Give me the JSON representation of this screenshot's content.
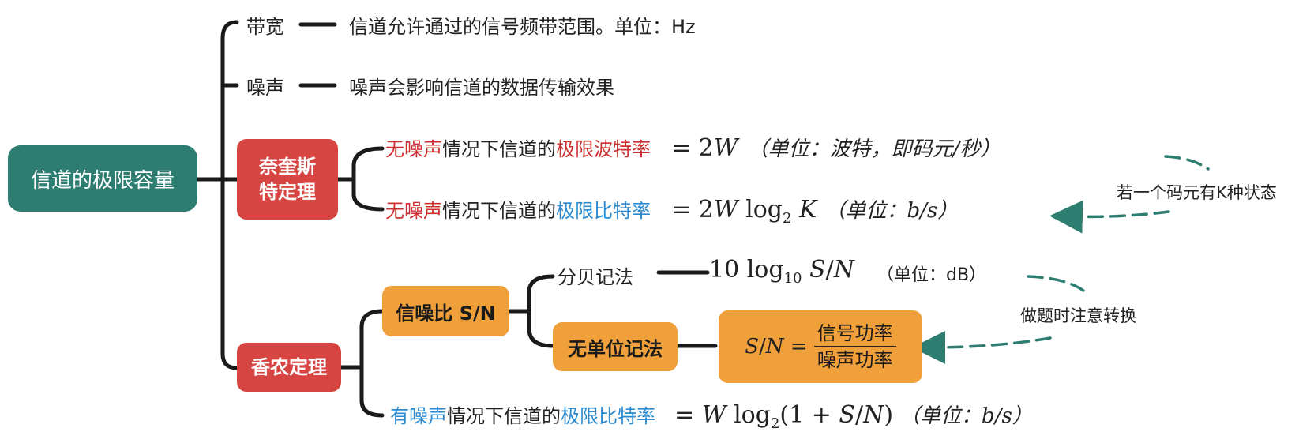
{
  "root": "信道的极限容量",
  "bandwidth": {
    "term": "带宽",
    "desc": "信道允许通过的信号频带范围。单位：Hz"
  },
  "noise": {
    "term": "噪声",
    "desc": "噪声会影响信道的数据传输效果"
  },
  "nyquist": {
    "line1": "奈奎斯",
    "line2": "特定理",
    "baud": {
      "prefix": "无噪声",
      "mid": "情况下信道的",
      "key": "极限波特率",
      "unit": "（单位：波特，即码元/秒）"
    },
    "bit": {
      "prefix": "无噪声",
      "mid": "情况下信道的",
      "key": "极限比特率",
      "unit_open": "（单位：",
      "unit_b": "b/s",
      "unit_close": "）"
    }
  },
  "shannon": {
    "label": "香农定理",
    "snr_label": "信噪比 S/N",
    "db": {
      "label": "分贝记法",
      "unit": "（单位：dB）"
    },
    "unitless": {
      "label": "无单位记法",
      "numerator": "信号功率",
      "denominator": "噪声功率"
    },
    "bit": {
      "prefix": "有噪声",
      "mid": "情况下信道的",
      "key": "极限比特率",
      "unit_open": "（单位：",
      "unit_b": "b/s",
      "unit_close": "）"
    }
  },
  "notes": {
    "k_states": "若一个码元有K种状态",
    "convert": "做题时注意转换"
  },
  "colors": {
    "teal": "#2e7d71",
    "red": "#d64541",
    "orange": "#f0a03a",
    "red_text": "#cc2f2f",
    "blue_text": "#2a8bd0",
    "arrow": "#2e7d71"
  }
}
